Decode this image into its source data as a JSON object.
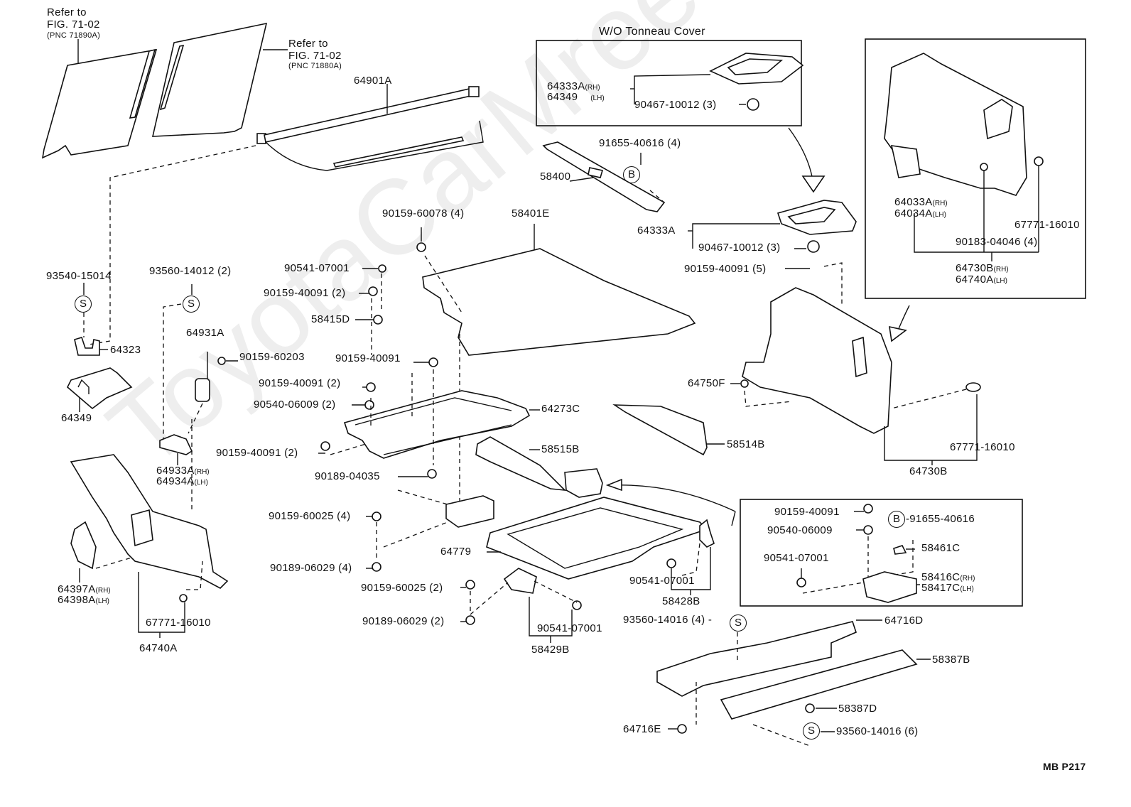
{
  "diagram": {
    "figure_code": "MB P217",
    "watermark": "ToyotaCarMree.ru",
    "inset_title": "W/O Tonneau Cover",
    "refs": [
      {
        "line1": "Refer to",
        "line2": "FIG. 71-02",
        "line3": "(PNC 71890A)"
      },
      {
        "line1": "Refer to",
        "line2": "FIG. 71-02",
        "line3": "(PNC 71880A)"
      }
    ],
    "symbols": {
      "s": "S",
      "b": "B"
    },
    "sides": {
      "rh": "(RH)",
      "lh": "(LH)"
    },
    "labels": {
      "p64901A": "64901A",
      "inset_64333A_rh": "64333A",
      "inset_64349_lh": "64349",
      "inset_90467": "90467-10012 (3)",
      "p91655_4": "91655-40616 (4)",
      "p58400": "58400",
      "p64333A": "64333A",
      "p90467": "90467-10012 (3)",
      "p90159_40091_5": "90159-40091 (5)",
      "p64033A": "64033A",
      "p64034A": "64034A",
      "p67771_top": "67771-16010",
      "p90183": "90183-04046 (4)",
      "p64730B_rh": "64730B",
      "p64740A_lh": "64740A",
      "p93540": "93540-15014",
      "p93560_2": "93560-14012 (2)",
      "p90159_60078": "90159-60078 (4)",
      "p58401E": "58401E",
      "p90541_a": "90541-07001",
      "p90159_40091_2a": "90159-40091 (2)",
      "p58415D": "58415D",
      "p64323": "64323",
      "p64931A": "64931A",
      "p90159_60203": "90159-60203",
      "p64349": "64349",
      "p90159_40091_b": "90159-40091",
      "p90159_40091_2b": "90159-40091 (2)",
      "p90540_2": "90540-06009 (2)",
      "p64273C": "64273C",
      "p90159_40091_2c": "90159-40091 (2)",
      "p64933A": "64933A",
      "p64934A": "64934A",
      "p90189_04035": "90189-04035",
      "p58515B": "58515B",
      "p58514B": "58514B",
      "p64750F": "64750F",
      "p67771_mid": "67771-16010",
      "p64730B": "64730B",
      "p90159_60025_4": "90159-60025 (4)",
      "p64779": "64779",
      "p90189_06029_4": "90189-06029 (4)",
      "p64397A": "64397A",
      "p64398A": "64398A",
      "p90159_60025_2": "90159-60025 (2)",
      "p90189_06029_2": "90189-06029 (2)",
      "p67771_left": "67771-16010",
      "p64740A": "64740A",
      "p90541_b": "90541-07001",
      "p58429B": "58429B",
      "p90541_c": "90541-07001",
      "p58428B": "58428B",
      "ib_90159": "90159-40091",
      "ib_91655": "-91655-40616",
      "ib_90540": "90540-06009",
      "ib_58461C": "58461C",
      "ib_90541": "90541-07001",
      "ib_58416C": "58416C",
      "ib_58417C": "58417C",
      "p93560_4": "93560-14016 (4) -",
      "p64716D": "64716D",
      "p58387B": "58387B",
      "p64716E": "64716E",
      "p58387D": "58387D",
      "p93560_6": "93560-14016 (6)"
    }
  }
}
